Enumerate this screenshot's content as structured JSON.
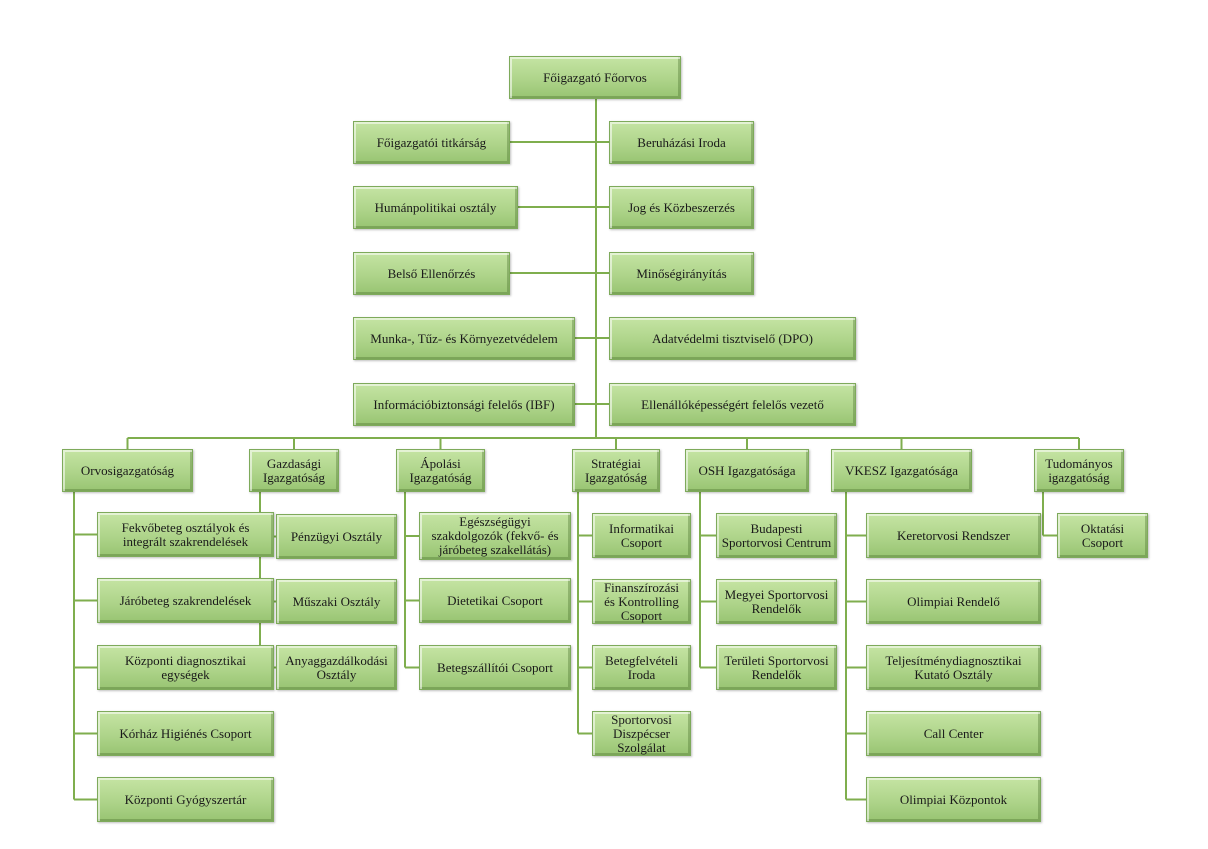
{
  "title": "Főigazgató Főorvos",
  "staff_left": [
    "Főigazgatói titkárság",
    "Humánpolitikai osztály",
    "Belső Ellenőrzés",
    "Munka-, Tűz- és Környezetvédelem",
    "Információbiztonsági felelős (IBF)"
  ],
  "staff_right": [
    "Beruházási Iroda",
    "Jog és Közbeszerzés",
    "Minőségirányítás",
    "Adatvédelmi tisztviselő (DPO)",
    "Ellenállóképességért felelős vezető"
  ],
  "directorates": [
    {
      "label": "Orvosigazgatóság",
      "units": [
        "Fekvőbeteg osztályok és integrált szakrendelések",
        "Járóbeteg szakrendelések",
        "Központi diagnosztikai egységek",
        "Kórház Higiénés Csoport",
        "Központi Gyógyszertár"
      ]
    },
    {
      "label": "Gazdasági Igazgatóság",
      "units": [
        "Pénzügyi Osztály",
        "Műszaki Osztály",
        "Anyaggazdálkodási Osztály"
      ]
    },
    {
      "label": "Ápolási Igazgatóság",
      "units": [
        "Egészségügyi szakdolgozók (fekvő- és járóbeteg szakellátás)",
        "Dietetikai Csoport",
        "Betegszállítói Csoport"
      ]
    },
    {
      "label": "Stratégiai Igazgatóság",
      "units": [
        "Informatikai Csoport",
        "Finanszírozási és Kontrolling Csoport",
        "Betegfelvételi Iroda",
        "Sportorvosi Diszpécser Szolgálat"
      ]
    },
    {
      "label": "OSH Igazgatósága",
      "units": [
        "Budapesti Sportorvosi Centrum",
        "Megyei Sportorvosi Rendelők",
        "Területi Sportorvosi Rendelők"
      ]
    },
    {
      "label": "VKESZ Igazgatósága",
      "units": [
        "Keretorvosi Rendszer",
        "Olimpiai Rendelő",
        "Teljesítménydiagnosztikai Kutató Osztály",
        "Call Center",
        "Olimpiai Központok"
      ]
    },
    {
      "label": "Tudományos igazgatóság",
      "units": [
        "Oktatási Csoport"
      ]
    }
  ]
}
